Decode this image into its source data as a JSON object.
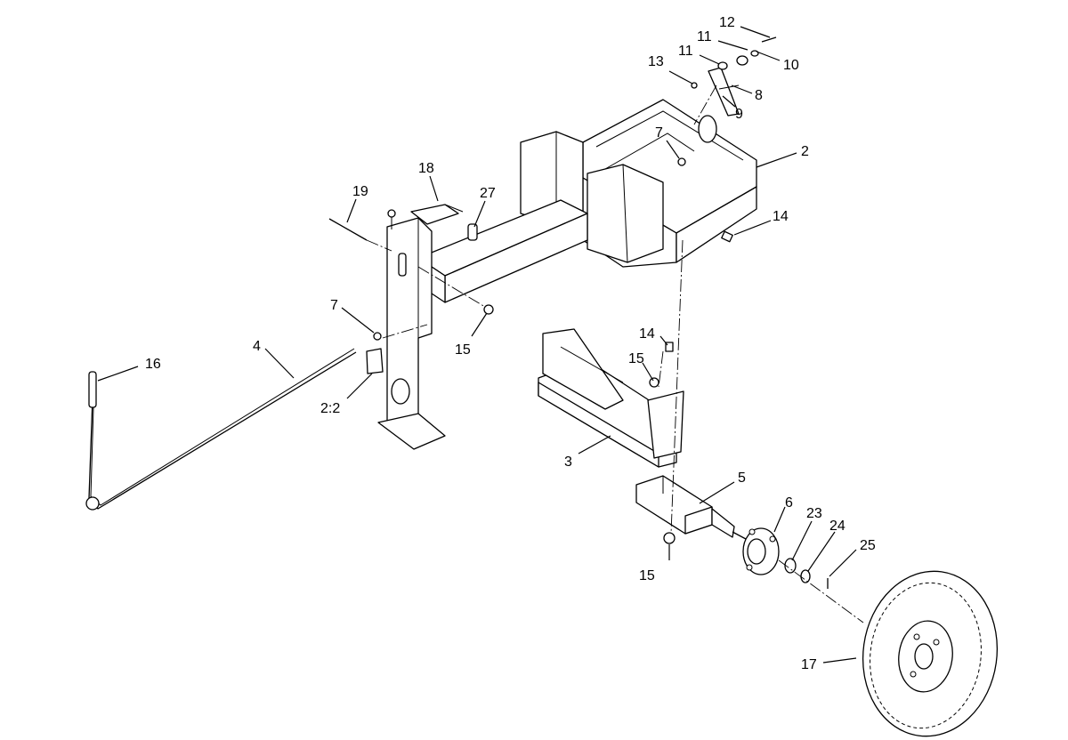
{
  "callouts": {
    "c12": "12",
    "c11a": "11",
    "c10": "10",
    "c13": "13",
    "c11b": "11",
    "c8": "8",
    "c9": "9",
    "c7a": "7",
    "c2": "2",
    "c18": "18",
    "c19": "19",
    "c27": "27",
    "c14a": "14",
    "c7b": "7",
    "c15a": "15",
    "c16": "16",
    "c4": "4",
    "c22": "2:2",
    "c14b": "14",
    "c15b": "15",
    "c3": "3",
    "c5": "5",
    "c6": "6",
    "c23": "23",
    "c24": "24",
    "c25": "25",
    "c15c": "15",
    "c17": "17"
  }
}
